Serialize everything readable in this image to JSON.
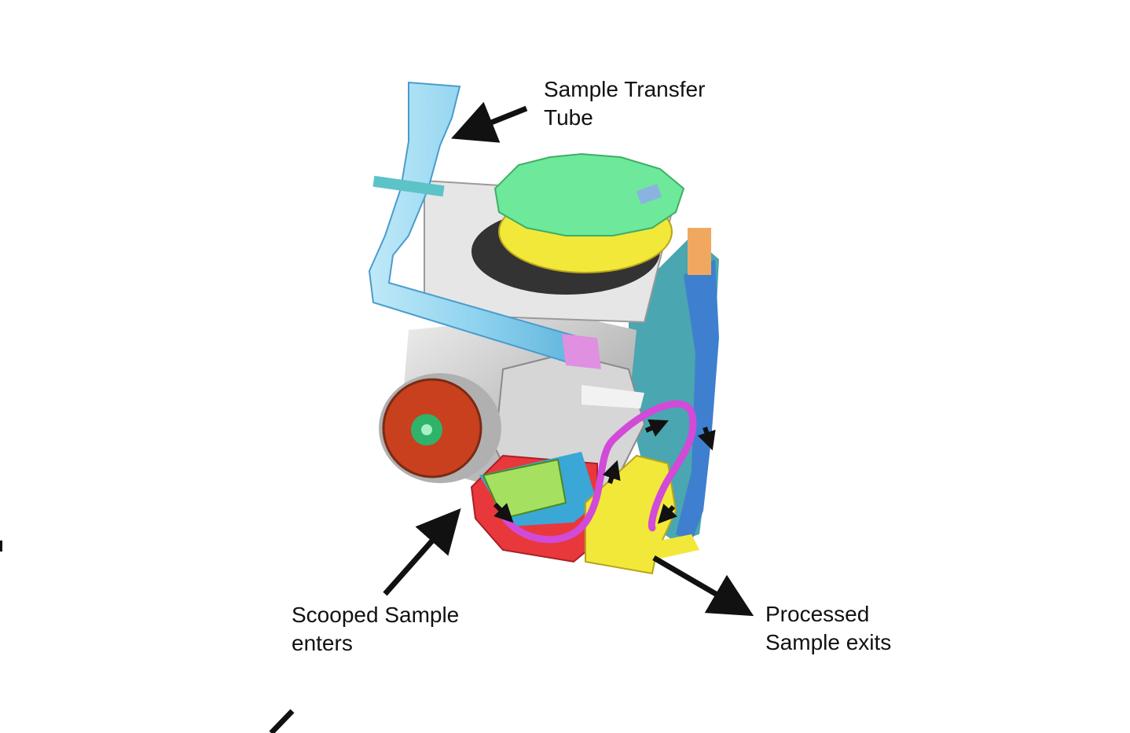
{
  "labels": {
    "transfer_tube": [
      "Sample Transfer",
      "Tube"
    ],
    "scooped_sample": [
      "Scooped Sample",
      "enters"
    ],
    "processed_sample": [
      "Processed",
      "Sample exits"
    ]
  },
  "colors": {
    "tube": "#8fd3ef",
    "lid_green": "#6ee89a",
    "yellow_ring": "#f2e83a",
    "orange_disc": "#c8401e",
    "scoop_red": "#e8383c",
    "path_magenta": "#d24ad8",
    "housing_blue": "#3f7fd0",
    "grey_body": "#c9c9c9",
    "arrow": "#111111"
  }
}
